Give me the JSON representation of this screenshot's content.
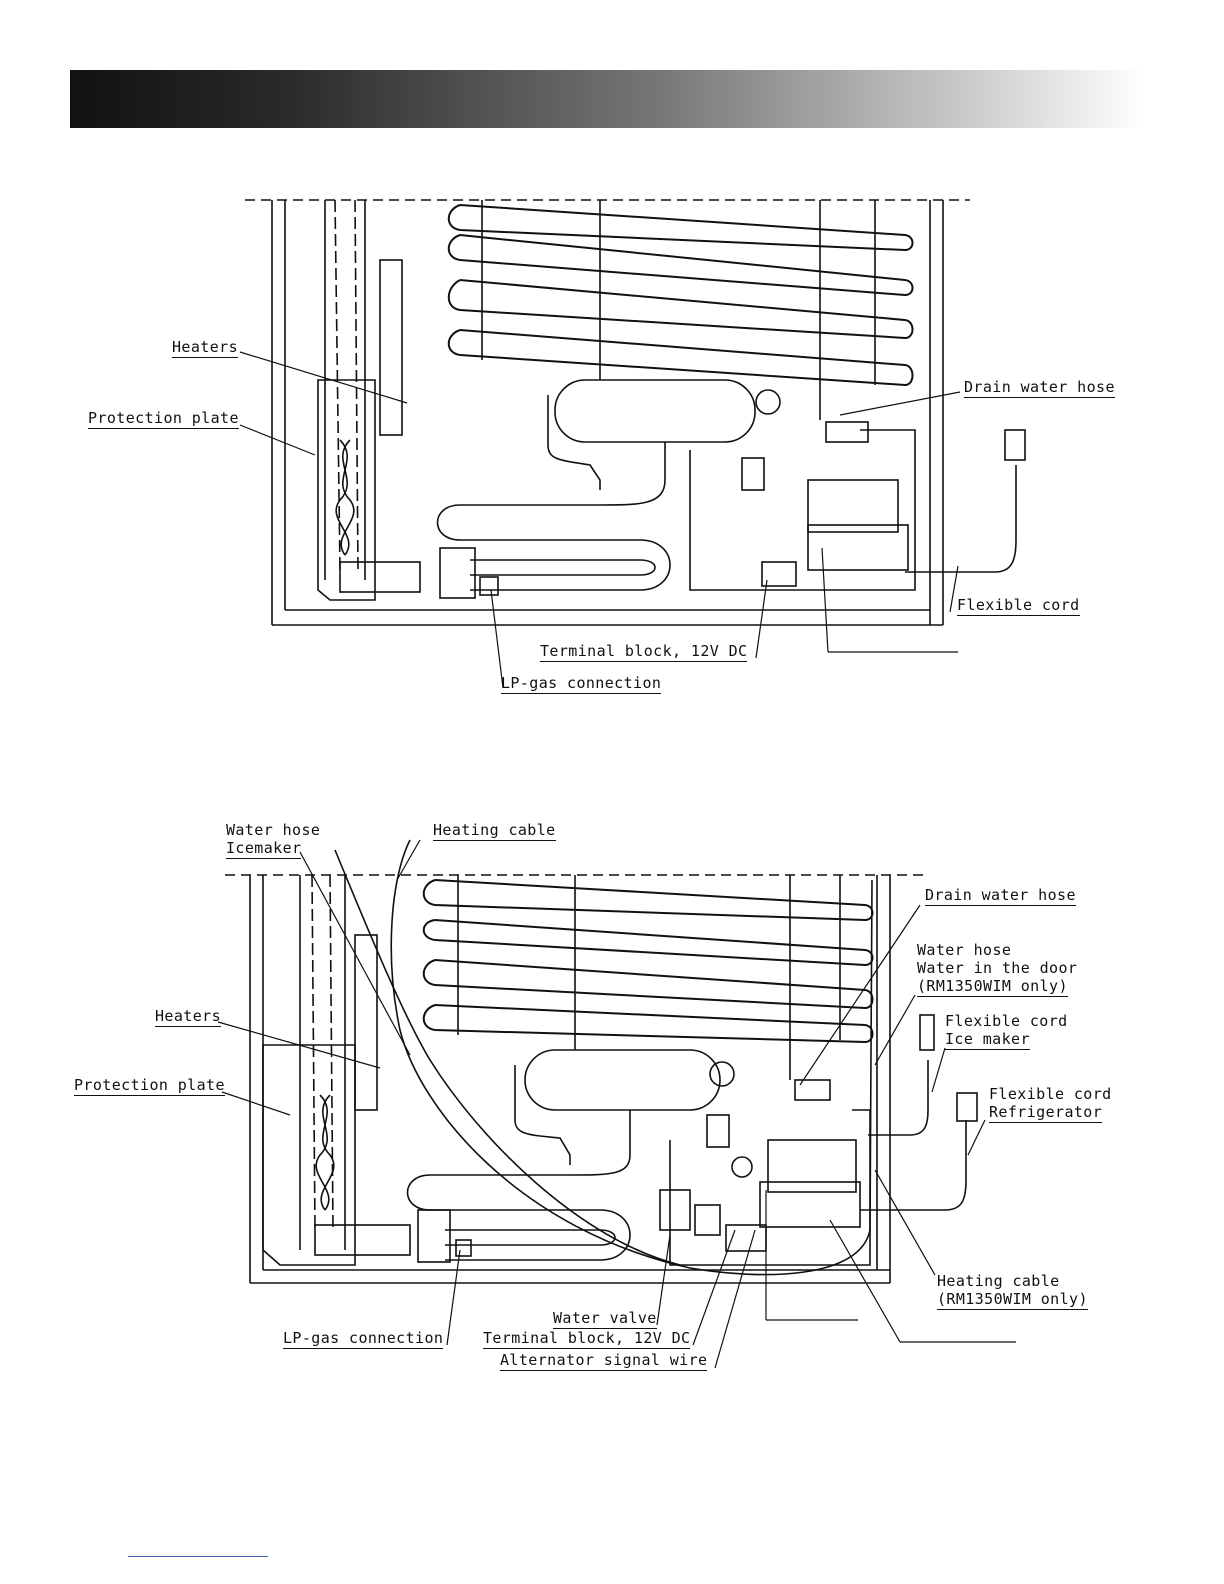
{
  "header": {
    "bar_color_start": "#111111",
    "bar_color_end": "#ffffff"
  },
  "diagram_top": {
    "labels": {
      "heaters": "Heaters",
      "protection_plate": "Protection plate",
      "drain_water_hose": "Drain water hose",
      "flexible_cord": "Flexible cord",
      "terminal_block": "Terminal block, 12V DC",
      "lp_gas": "LP-gas connection"
    }
  },
  "diagram_bottom": {
    "labels": {
      "water_hose_icemaker_1": "Water hose",
      "water_hose_icemaker_2": "Icemaker",
      "heating_cable_top": "Heating cable",
      "heaters": "Heaters",
      "protection_plate": "Protection plate",
      "drain_water_hose": "Drain water hose",
      "water_hose_door_1": "Water hose",
      "water_hose_door_2": "Water in the door",
      "water_hose_door_3": "(RM1350WIM only)",
      "flex_cord_ice_1": "Flexible cord",
      "flex_cord_ice_2": "Ice maker",
      "flex_cord_fridge_1": "Flexible cord",
      "flex_cord_fridge_2": "Refrigerator",
      "heating_cable_bottom_1": "Heating cable",
      "heating_cable_bottom_2": "(RM1350WIM only)",
      "water_valve": "Water valve",
      "terminal_block": "Terminal block, 12V DC",
      "alternator": "Alternator signal wire",
      "lp_gas": "LP-gas connection"
    }
  }
}
